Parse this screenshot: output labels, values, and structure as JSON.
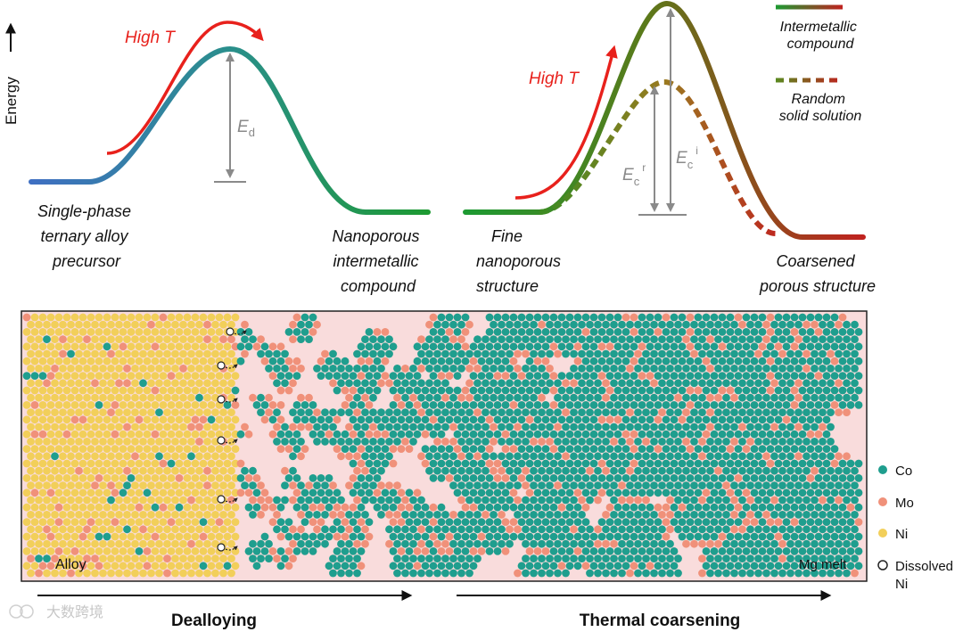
{
  "energy_axis_label": "Energy",
  "diagram_left": {
    "heat_label": "High T",
    "barrier_label": {
      "main": "E",
      "sub": "d"
    },
    "start_label": [
      "Single-phase",
      "ternary alloy",
      "precursor"
    ],
    "end_label": [
      "Nanoporous",
      "intermetallic",
      "compound"
    ]
  },
  "diagram_right": {
    "heat_label": "High T",
    "barrier_label_r": {
      "main": "E",
      "sub": "c",
      "sup": "r"
    },
    "barrier_label_i": {
      "main": "E",
      "sub": "c",
      "sup": "i"
    },
    "start_label": [
      "Fine",
      "nanoporous",
      "structure"
    ],
    "end_label": [
      "Coarsened",
      "porous structure"
    ],
    "legend": [
      {
        "style": "solid",
        "lines": [
          "Intermetallic",
          "compound"
        ]
      },
      {
        "style": "dashed",
        "lines": [
          "Random",
          "solid solution"
        ]
      }
    ]
  },
  "bottom_panel": {
    "alloy_label": "Alloy",
    "melt_label": "Mg melt",
    "legend": [
      {
        "name": "Co",
        "color": "#1f9e8e"
      },
      {
        "name": "Mo",
        "color": "#f0917a"
      },
      {
        "name": "Ni",
        "color": "#f2cf5a"
      },
      {
        "name": "Dissolved Ni",
        "lines": [
          "Dissolved",
          "Ni"
        ],
        "color": "#ffffff"
      }
    ]
  },
  "process_arrows": {
    "left": "Dealloying",
    "right": "Thermal coarsening"
  },
  "colors": {
    "red": "#e8211c",
    "curve_blue": "#3f6fc2",
    "curve_green": "#1d9a32",
    "curve_dark_red": "#c0221f",
    "grey": "#8a8a8a",
    "panel_bg": "#f9dcdc"
  },
  "watermark": "大数跨境"
}
